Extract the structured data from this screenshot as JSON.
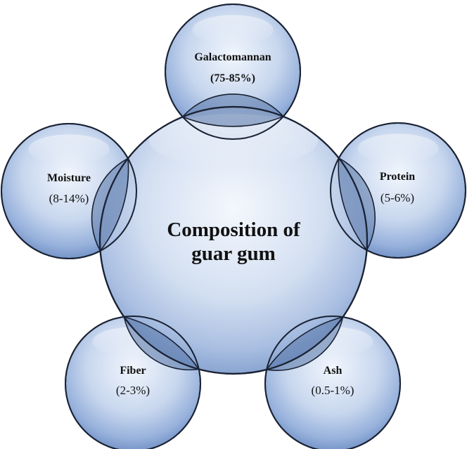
{
  "center": {
    "title_line1": "Composition of",
    "title_line2": "guar gum"
  },
  "components": [
    {
      "name": "Galactomannan",
      "value": "(75-85%)"
    },
    {
      "name": "Protein",
      "value": "(5-6%)"
    },
    {
      "name": "Ash",
      "value": "(0.5-1%)"
    },
    {
      "name": "Fiber",
      "value": "(2-3%)"
    },
    {
      "name": "Moisture",
      "value": "(8-14%)"
    }
  ],
  "colors": {
    "outline": "#1a2233",
    "fill_light": "#eaf1fb",
    "fill_mid": "#b8cbe8",
    "fill_dark": "#7e9ccd",
    "overlap": "#5877a8"
  }
}
